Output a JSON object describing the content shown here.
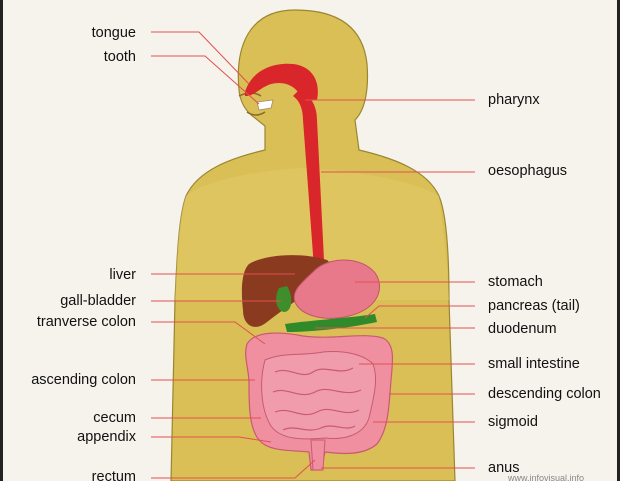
{
  "labels_left": [
    {
      "id": "tongue",
      "text": "tongue"
    },
    {
      "id": "tooth",
      "text": "tooth"
    },
    {
      "id": "liver",
      "text": "liver"
    },
    {
      "id": "gall-bladder",
      "text": "gall-bladder"
    },
    {
      "id": "tranverse-colon",
      "text": "tranverse colon"
    },
    {
      "id": "ascending-colon",
      "text": "ascending colon"
    },
    {
      "id": "cecum",
      "text": "cecum"
    },
    {
      "id": "appendix",
      "text": "appendix"
    },
    {
      "id": "rectum",
      "text": "rectum"
    }
  ],
  "labels_right": [
    {
      "id": "pharynx",
      "text": "pharynx"
    },
    {
      "id": "oesophagus",
      "text": "oesophagus"
    },
    {
      "id": "stomach",
      "text": "stomach"
    },
    {
      "id": "pancreas",
      "text": "pancreas (tail)"
    },
    {
      "id": "duodenum",
      "text": "duodenum"
    },
    {
      "id": "small-intestine",
      "text": "small intestine"
    },
    {
      "id": "descending-colon",
      "text": "descending colon"
    },
    {
      "id": "sigmoid",
      "text": "sigmoid"
    },
    {
      "id": "anus",
      "text": "anus"
    }
  ],
  "watermark": "www.infovisual.info",
  "colors": {
    "body": "#d9bf55",
    "body_outline": "#9a8630",
    "esophagus": "#d8262a",
    "liver": "#8a3a1e",
    "stomach": "#e8798a",
    "intestine": "#ef8fa0",
    "gall": "#3e8e2c",
    "leader": "#e25050"
  }
}
